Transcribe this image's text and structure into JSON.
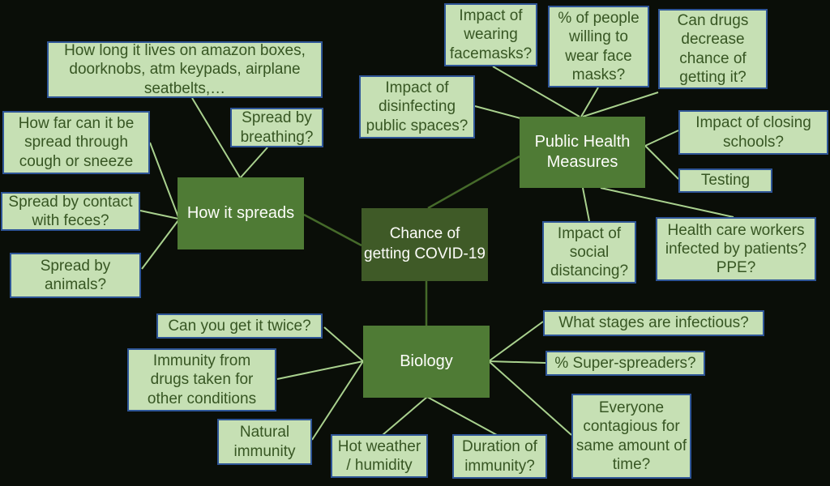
{
  "diagram": {
    "type": "mindmap",
    "topic": "Chance of getting COVID-19"
  },
  "colors": {
    "background": "#0a0e08",
    "center_fill": "#3f5a27",
    "branch_fill": "#4f7b35",
    "leaf_fill": "#c6e0b4",
    "leaf_border": "#2e5597",
    "leaf_text": "#375623",
    "node_text": "#fdfdfa",
    "connector_light": "#a9d18e",
    "connector_dark": "#456a2a"
  },
  "nodes": {
    "center": {
      "label": "Chance of\ngetting COVID-19"
    },
    "spreads": {
      "label": "How it spreads"
    },
    "phm": {
      "label": "Public Health\nMeasures"
    },
    "biology": {
      "label": "Biology"
    },
    "amazon": {
      "label": "How long it lives on amazon boxes,\ndoorknobs, atm keypads, airplane\nseatbelts,…"
    },
    "facemasks": {
      "label": "Impact of\nwearing\nfacemasks?"
    },
    "willing": {
      "label": "% of people\nwilling to\nwear face\nmasks?"
    },
    "candrugs": {
      "label": "Can drugs\ndecrease\nchance of\ngetting it?"
    },
    "disinfect": {
      "label": "Impact of\ndisinfecting\npublic spaces?"
    },
    "breathing": {
      "label": "Spread by\nbreathing?"
    },
    "cough": {
      "label": "How far can it be\nspread through\ncough or sneeze"
    },
    "schools": {
      "label": "Impact of closing\nschools?"
    },
    "testing": {
      "label": "Testing"
    },
    "feces": {
      "label": "Spread by contact\nwith feces?"
    },
    "social": {
      "label": "Impact of\nsocial\ndistancing?"
    },
    "hcw": {
      "label": "Health care workers\ninfected by patients?\nPPE?"
    },
    "animals": {
      "label": "Spread by\nanimals?"
    },
    "twice": {
      "label": "Can you get it twice?"
    },
    "stages": {
      "label": "What stages are infectious?"
    },
    "superspreaders": {
      "label": "% Super-spreaders?"
    },
    "immunitydrugs": {
      "label": "Immunity from\ndrugs taken for\nother conditions"
    },
    "contagious": {
      "label": "Everyone\ncontagious for\nsame amount of\ntime?"
    },
    "natural": {
      "label": "Natural\nimmunity"
    },
    "weather": {
      "label": "Hot weather\n/ humidity"
    },
    "duration": {
      "label": "Duration of\nimmunity?"
    }
  },
  "edges": [
    {
      "from": "amazon",
      "to": "spreads"
    },
    {
      "from": "breathing",
      "to": "spreads"
    },
    {
      "from": "cough",
      "to": "spreads"
    },
    {
      "from": "feces",
      "to": "spreads"
    },
    {
      "from": "animals",
      "to": "spreads"
    },
    {
      "from": "facemasks",
      "to": "phm"
    },
    {
      "from": "willing",
      "to": "phm"
    },
    {
      "from": "candrugs",
      "to": "phm"
    },
    {
      "from": "disinfect",
      "to": "phm"
    },
    {
      "from": "schools",
      "to": "phm"
    },
    {
      "from": "testing",
      "to": "phm"
    },
    {
      "from": "social",
      "to": "phm"
    },
    {
      "from": "hcw",
      "to": "phm"
    },
    {
      "from": "twice",
      "to": "biology"
    },
    {
      "from": "immunitydrugs",
      "to": "biology"
    },
    {
      "from": "natural",
      "to": "biology"
    },
    {
      "from": "weather",
      "to": "biology"
    },
    {
      "from": "duration",
      "to": "biology"
    },
    {
      "from": "stages",
      "to": "biology"
    },
    {
      "from": "superspreaders",
      "to": "biology"
    },
    {
      "from": "contagious",
      "to": "biology"
    },
    {
      "from": "spreads",
      "to": "center"
    },
    {
      "from": "phm",
      "to": "center"
    },
    {
      "from": "biology",
      "to": "center"
    }
  ]
}
